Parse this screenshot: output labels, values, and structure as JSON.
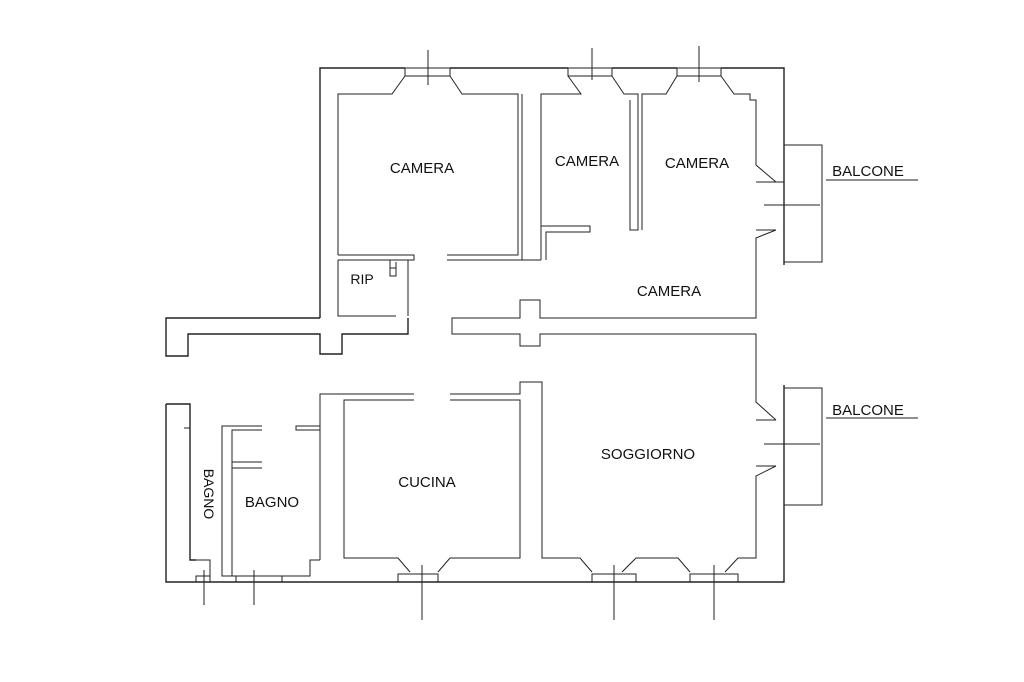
{
  "rooms": {
    "camera_1": "CAMERA",
    "camera_2": "CAMERA",
    "camera_3": "CAMERA",
    "camera_4": "CAMERA",
    "rip": "RIP",
    "bagno_1": "BAGNO",
    "bagno_2": "BAGNO",
    "cucina": "CUCINA",
    "soggiorno": "SOGGIORNO",
    "balcone_1": "BALCONE",
    "balcone_2": "BALCONE"
  },
  "colors": {
    "line": "#222222",
    "background": "#ffffff"
  }
}
